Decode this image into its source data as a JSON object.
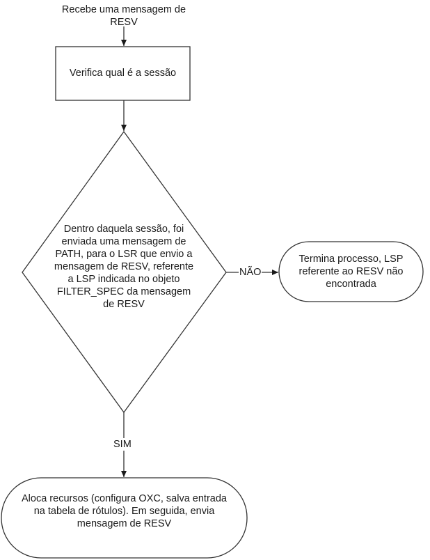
{
  "diagram": {
    "type": "flowchart",
    "nodes": {
      "start": {
        "kind": "start-label",
        "lines": [
          "Recebe uma mensagem de",
          "RESV"
        ]
      },
      "check_session": {
        "kind": "process",
        "lines": [
          "Verifica qual é a sessão"
        ]
      },
      "decision": {
        "kind": "decision",
        "lines": [
          "Dentro daquela sessão, foi",
          "enviada uma mensagem de",
          "PATH, para o LSR que envio a",
          "mensagem de RESV, referente",
          "a LSP indicada no objeto",
          "FILTER_SPEC da mensagem",
          "de RESV"
        ]
      },
      "end_not_found": {
        "kind": "terminator",
        "lines": [
          "Termina processo, LSP",
          "referente ao RESV não",
          "encontrada"
        ]
      },
      "allocate": {
        "kind": "terminator",
        "lines": [
          "Aloca recursos (configura OXC, salva entrada",
          "na tabela de rótulos). Em seguida, envia",
          "mensagem de RESV"
        ]
      }
    },
    "edges": {
      "no_label": "NÃO",
      "yes_label": "SIM"
    },
    "colors": {
      "stroke": "#333333",
      "fill": "#ffffff",
      "text": "#1a1a1a"
    }
  }
}
